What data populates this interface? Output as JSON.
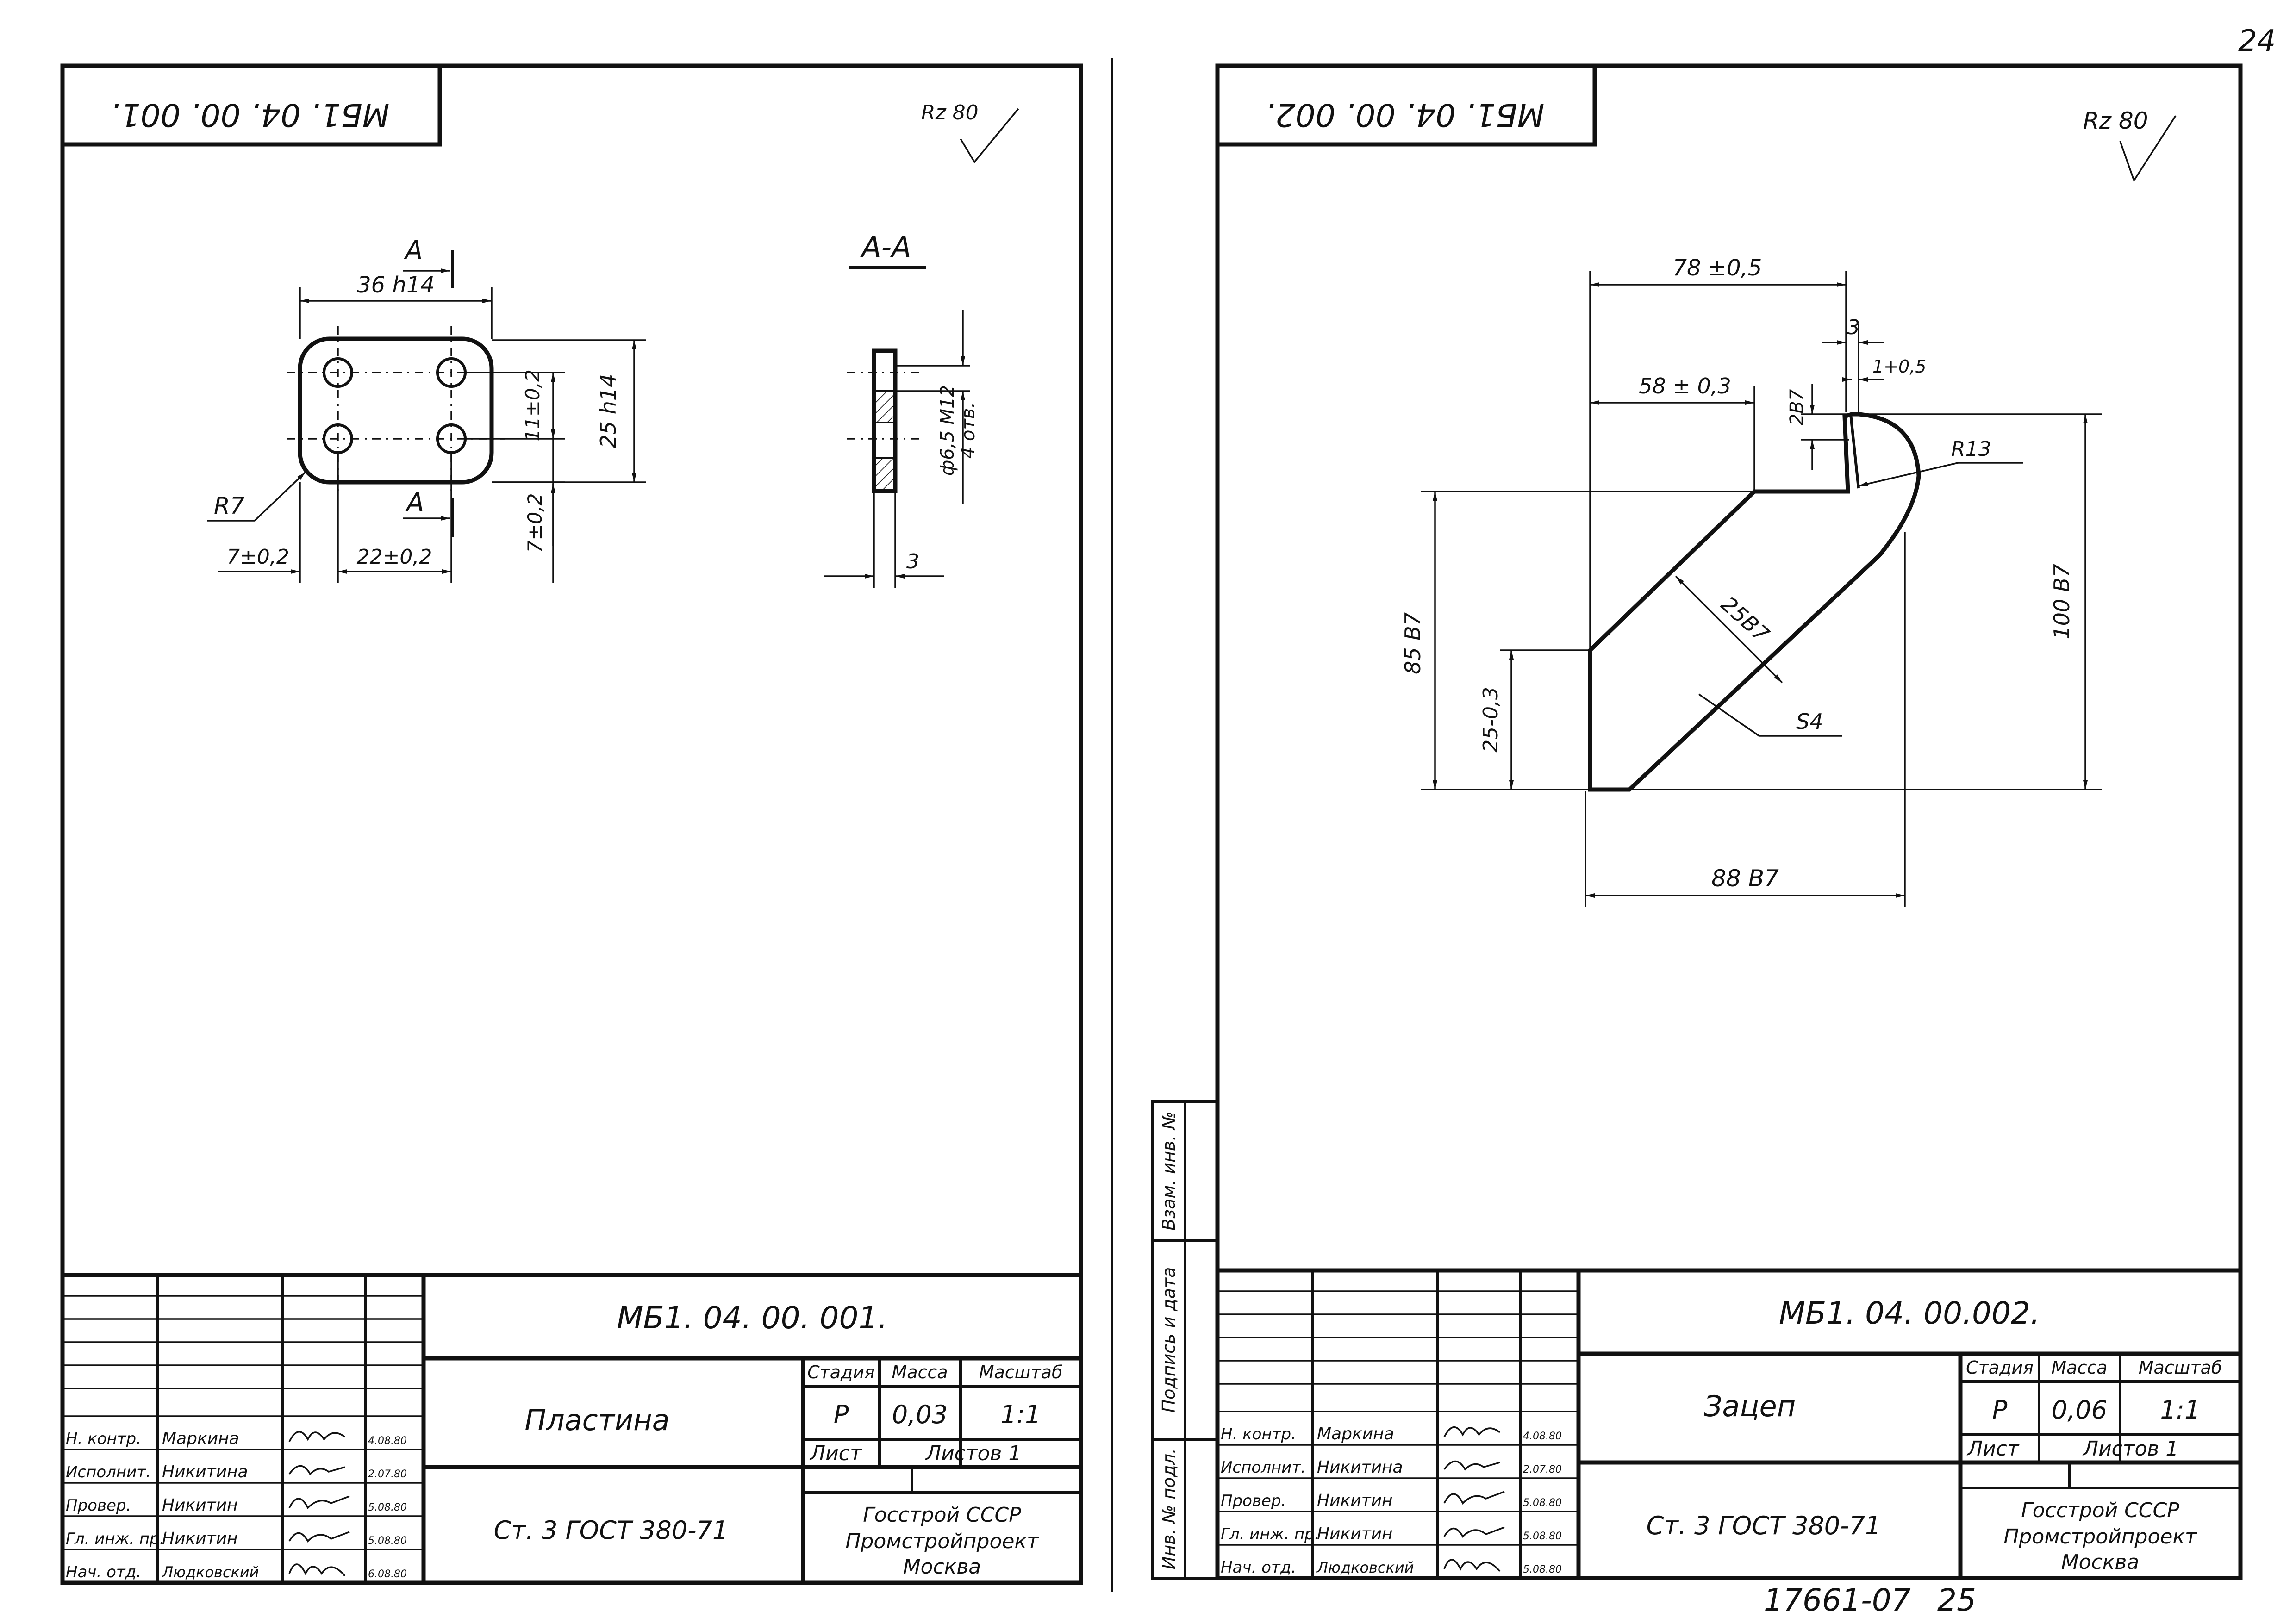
{
  "page_number": "24",
  "archive_number": "17661-07",
  "archive_sheet": "25",
  "side_stamp": {
    "replaced_inv": "Взам. инв. №",
    "signature_date": "Подпись и дата",
    "inv_original": "Инв. № подл."
  },
  "sheets": [
    {
      "code_mirrored": "МБ1. 04. 00. 001.",
      "roughness": "Rz 80",
      "view_cut_letter": "А",
      "section_title": "А-А",
      "dims": {
        "width": "36 h14",
        "height": "25 h14",
        "hole_pitch_v": "11±0,2",
        "hole_off_v": "7±0,2",
        "radius": "R7",
        "hole_off_h": "7±0,2",
        "hole_pitch_h": "22±0,2",
        "hole_dia": "ф6,5 М12",
        "hole_count": "4 отв.",
        "thickness": "3"
      },
      "title_block": {
        "code": "МБ1. 04. 00. 001.",
        "name": "Пластина",
        "material": "Ст. 3   ГОСТ 380-71",
        "stage_label": "Стадия",
        "mass_label": "Масса",
        "scale_label": "Масштаб",
        "stage": "Р",
        "mass": "0,03",
        "scale": "1:1",
        "sheet_label": "Лист",
        "sheets_label": "Листов 1",
        "org1": "Госстрой СССР",
        "org2": "Промстройпроект",
        "org3": "Москва",
        "rows": [
          {
            "role": "Н. контр.",
            "name": "Маркина",
            "date": "4.08.80"
          },
          {
            "role": "Исполнит.",
            "name": "Никитина",
            "date": "2.07.80"
          },
          {
            "role": "Провер.",
            "name": "Никитин",
            "date": "5.08.80"
          },
          {
            "role": "Гл. инж. пр.",
            "name": "Никитин",
            "date": "5.08.80"
          },
          {
            "role": "Нач. отд.",
            "name": "Людковский",
            "date": "6.08.80"
          }
        ]
      }
    },
    {
      "code_mirrored": "МБ1. 04. 00. 002.",
      "roughness": "Rz 80",
      "dims": {
        "total_w": "78 ±0,5",
        "slot_w": "3",
        "slot_tol": "1+0,5",
        "inner_w": "58 ± 0,3",
        "depth": "2В7",
        "radius": "R13",
        "left_h": "85 В7",
        "right_h": "100 В7",
        "strip_w": "25В7",
        "chamfer": "25-0,3",
        "thickness": "S4",
        "base_w": "88 В7"
      },
      "title_block": {
        "code": "МБ1. 04. 00.002.",
        "name": "Зацеп",
        "material": "Ст. 3   ГОСТ 380-71",
        "stage_label": "Стадия",
        "mass_label": "Масса",
        "scale_label": "Масштаб",
        "stage": "Р",
        "mass": "0,06",
        "scale": "1:1",
        "sheet_label": "Лист",
        "sheets_label": "Листов 1",
        "org1": "Госстрой СССР",
        "org2": "Промстройпроект",
        "org3": "Москва",
        "rows": [
          {
            "role": "Н. контр.",
            "name": "Маркина",
            "date": "4.08.80"
          },
          {
            "role": "Исполнит.",
            "name": "Никитина",
            "date": "2.07.80"
          },
          {
            "role": "Провер.",
            "name": "Никитин",
            "date": "5.08.80"
          },
          {
            "role": "Гл. инж. пр.",
            "name": "Никитин",
            "date": "5.08.80"
          },
          {
            "role": "Нач. отд.",
            "name": "Людковский",
            "date": "5.08.80"
          }
        ]
      }
    }
  ]
}
